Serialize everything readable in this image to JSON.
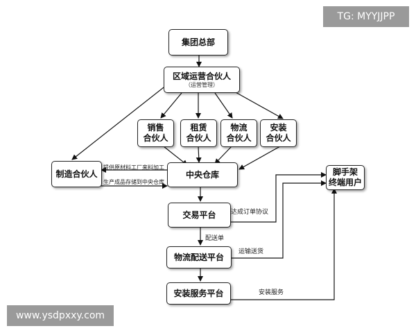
{
  "nodes": {
    "hq": {
      "label": "集团总部"
    },
    "regional": {
      "label": "区域运营合伙人",
      "sub": "（运营管理）"
    },
    "sales": {
      "line1": "销售",
      "line2": "合伙人"
    },
    "rental": {
      "line1": "租赁",
      "line2": "合伙人"
    },
    "logistics": {
      "line1": "物流",
      "line2": "合伙人"
    },
    "install": {
      "line1": "安装",
      "line2": "合伙人"
    },
    "manufacturer": {
      "label": "制造合伙人"
    },
    "warehouse": {
      "label": "中央仓库"
    },
    "scaffold_user": {
      "line1": "脚手架",
      "line2": "终端用户"
    },
    "trade": {
      "label": "交易平台"
    },
    "delivery": {
      "label": "物流配送平台"
    },
    "install_service": {
      "label": "安装服务平台"
    }
  },
  "edge_labels": {
    "supply_materials": "提供原材料工厂来料加工",
    "store_products": "生产成品存储到中央仓库",
    "order_agreement": "达成订单协议",
    "dispatch_note": "配送单",
    "transport": "运输送货",
    "install_service": "安装服务"
  },
  "watermarks": {
    "tg": "TG: MYYJJPP",
    "url": "www.ysdpxxy.com"
  }
}
